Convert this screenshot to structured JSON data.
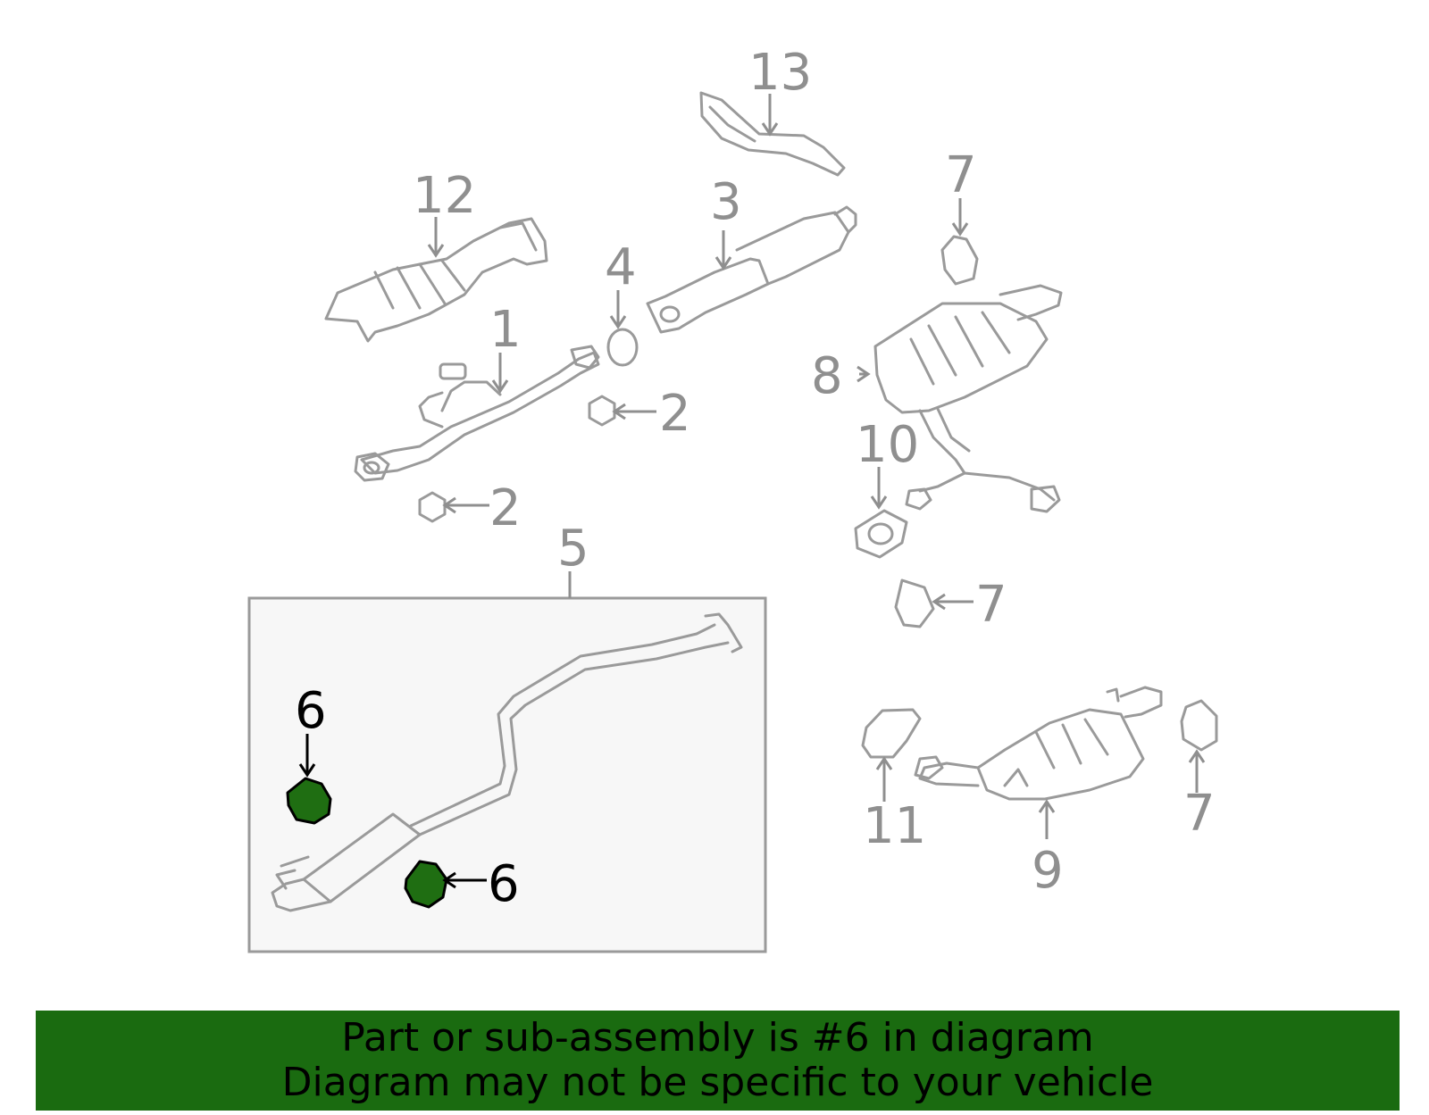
{
  "colors": {
    "banner_bg": "#1a6b10",
    "highlight_fill": "#1f6e12",
    "part_stroke": "#9a9a9a",
    "label_gray": "#8f8f8f",
    "label_highlight": "#000000",
    "inset_bg": "#f7f7f7"
  },
  "callouts": {
    "c1": "1",
    "c2a": "2",
    "c2b": "2",
    "c3": "3",
    "c4": "4",
    "c5": "5",
    "c6a": "6",
    "c6b": "6",
    "c7a": "7",
    "c7b": "7",
    "c7c": "7",
    "c8": "8",
    "c9": "9",
    "c10": "10",
    "c11": "11",
    "c12": "12",
    "c13": "13"
  },
  "banner": {
    "line1": "Part or sub-assembly is #6 in diagram",
    "line2": "Diagram may not be specific to your vehicle"
  }
}
